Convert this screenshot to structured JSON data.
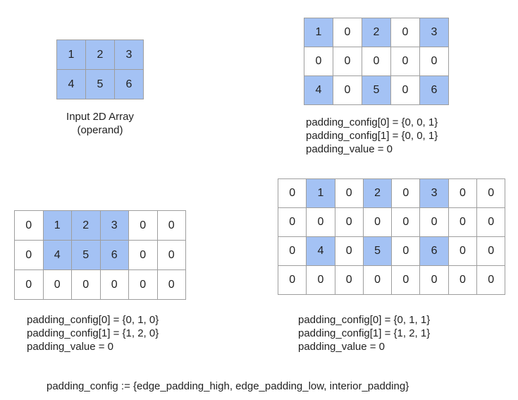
{
  "input": {
    "grid": [
      [
        "1",
        "2",
        "3"
      ],
      [
        "4",
        "5",
        "6"
      ]
    ],
    "highlight": [
      [
        1,
        1,
        1
      ],
      [
        1,
        1,
        1
      ]
    ],
    "caption": [
      "Input 2D Array",
      "(operand)"
    ]
  },
  "interior_only": {
    "grid": [
      [
        "1",
        "0",
        "2",
        "0",
        "3"
      ],
      [
        "0",
        "0",
        "0",
        "0",
        "0"
      ],
      [
        "4",
        "0",
        "5",
        "0",
        "6"
      ]
    ],
    "highlight": [
      [
        1,
        0,
        1,
        0,
        1
      ],
      [
        0,
        0,
        0,
        0,
        0
      ],
      [
        1,
        0,
        1,
        0,
        1
      ]
    ],
    "config": [
      "padding_config[0] = {0, 0, 1}",
      "padding_config[1] = {0, 0, 1}",
      "padding_value = 0"
    ]
  },
  "edge_only": {
    "grid": [
      [
        "0",
        "1",
        "2",
        "3",
        "0",
        "0"
      ],
      [
        "0",
        "4",
        "5",
        "6",
        "0",
        "0"
      ],
      [
        "0",
        "0",
        "0",
        "0",
        "0",
        "0"
      ]
    ],
    "highlight": [
      [
        0,
        1,
        1,
        1,
        0,
        0
      ],
      [
        0,
        1,
        1,
        1,
        0,
        0
      ],
      [
        0,
        0,
        0,
        0,
        0,
        0
      ]
    ],
    "config": [
      "padding_config[0] = {0, 1, 0}",
      "padding_config[1] = {1, 2, 0}",
      "padding_value = 0"
    ]
  },
  "edge_and_interior": {
    "grid": [
      [
        "0",
        "1",
        "0",
        "2",
        "0",
        "3",
        "0",
        "0"
      ],
      [
        "0",
        "0",
        "0",
        "0",
        "0",
        "0",
        "0",
        "0"
      ],
      [
        "0",
        "4",
        "0",
        "5",
        "0",
        "6",
        "0",
        "0"
      ],
      [
        "0",
        "0",
        "0",
        "0",
        "0",
        "0",
        "0",
        "0"
      ]
    ],
    "highlight": [
      [
        0,
        1,
        0,
        1,
        0,
        1,
        0,
        0
      ],
      [
        0,
        0,
        0,
        0,
        0,
        0,
        0,
        0
      ],
      [
        0,
        1,
        0,
        1,
        0,
        1,
        0,
        0
      ],
      [
        0,
        0,
        0,
        0,
        0,
        0,
        0,
        0
      ]
    ],
    "config": [
      "padding_config[0] = {0, 1, 1}",
      "padding_config[1] = {1, 2, 1}",
      "padding_value = 0"
    ]
  },
  "footer": "padding_config := {edge_padding_high, edge_padding_low, interior_padding}",
  "colors": {
    "highlight": "#a4c2f4",
    "border": "#9e9e9e",
    "text": "#222222"
  }
}
